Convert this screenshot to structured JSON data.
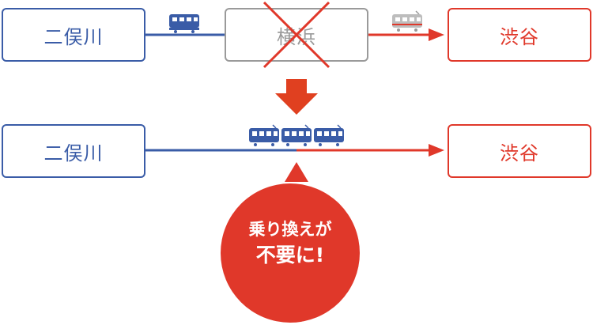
{
  "top_route": {
    "origin": "二俣川",
    "via": "横浜",
    "destination": "渋谷"
  },
  "bottom_route": {
    "origin": "二俣川",
    "destination": "渋谷"
  },
  "callout": {
    "line1": "乗り換えが",
    "line2": "不要に!"
  },
  "colors": {
    "blue": "#3a5ca7",
    "red": "#e0382a",
    "gray": "#9a9a9a",
    "arrow": "#e04020"
  },
  "icons": [
    "train-icon",
    "cross-icon",
    "down-arrow-icon",
    "arrowhead-icon"
  ]
}
